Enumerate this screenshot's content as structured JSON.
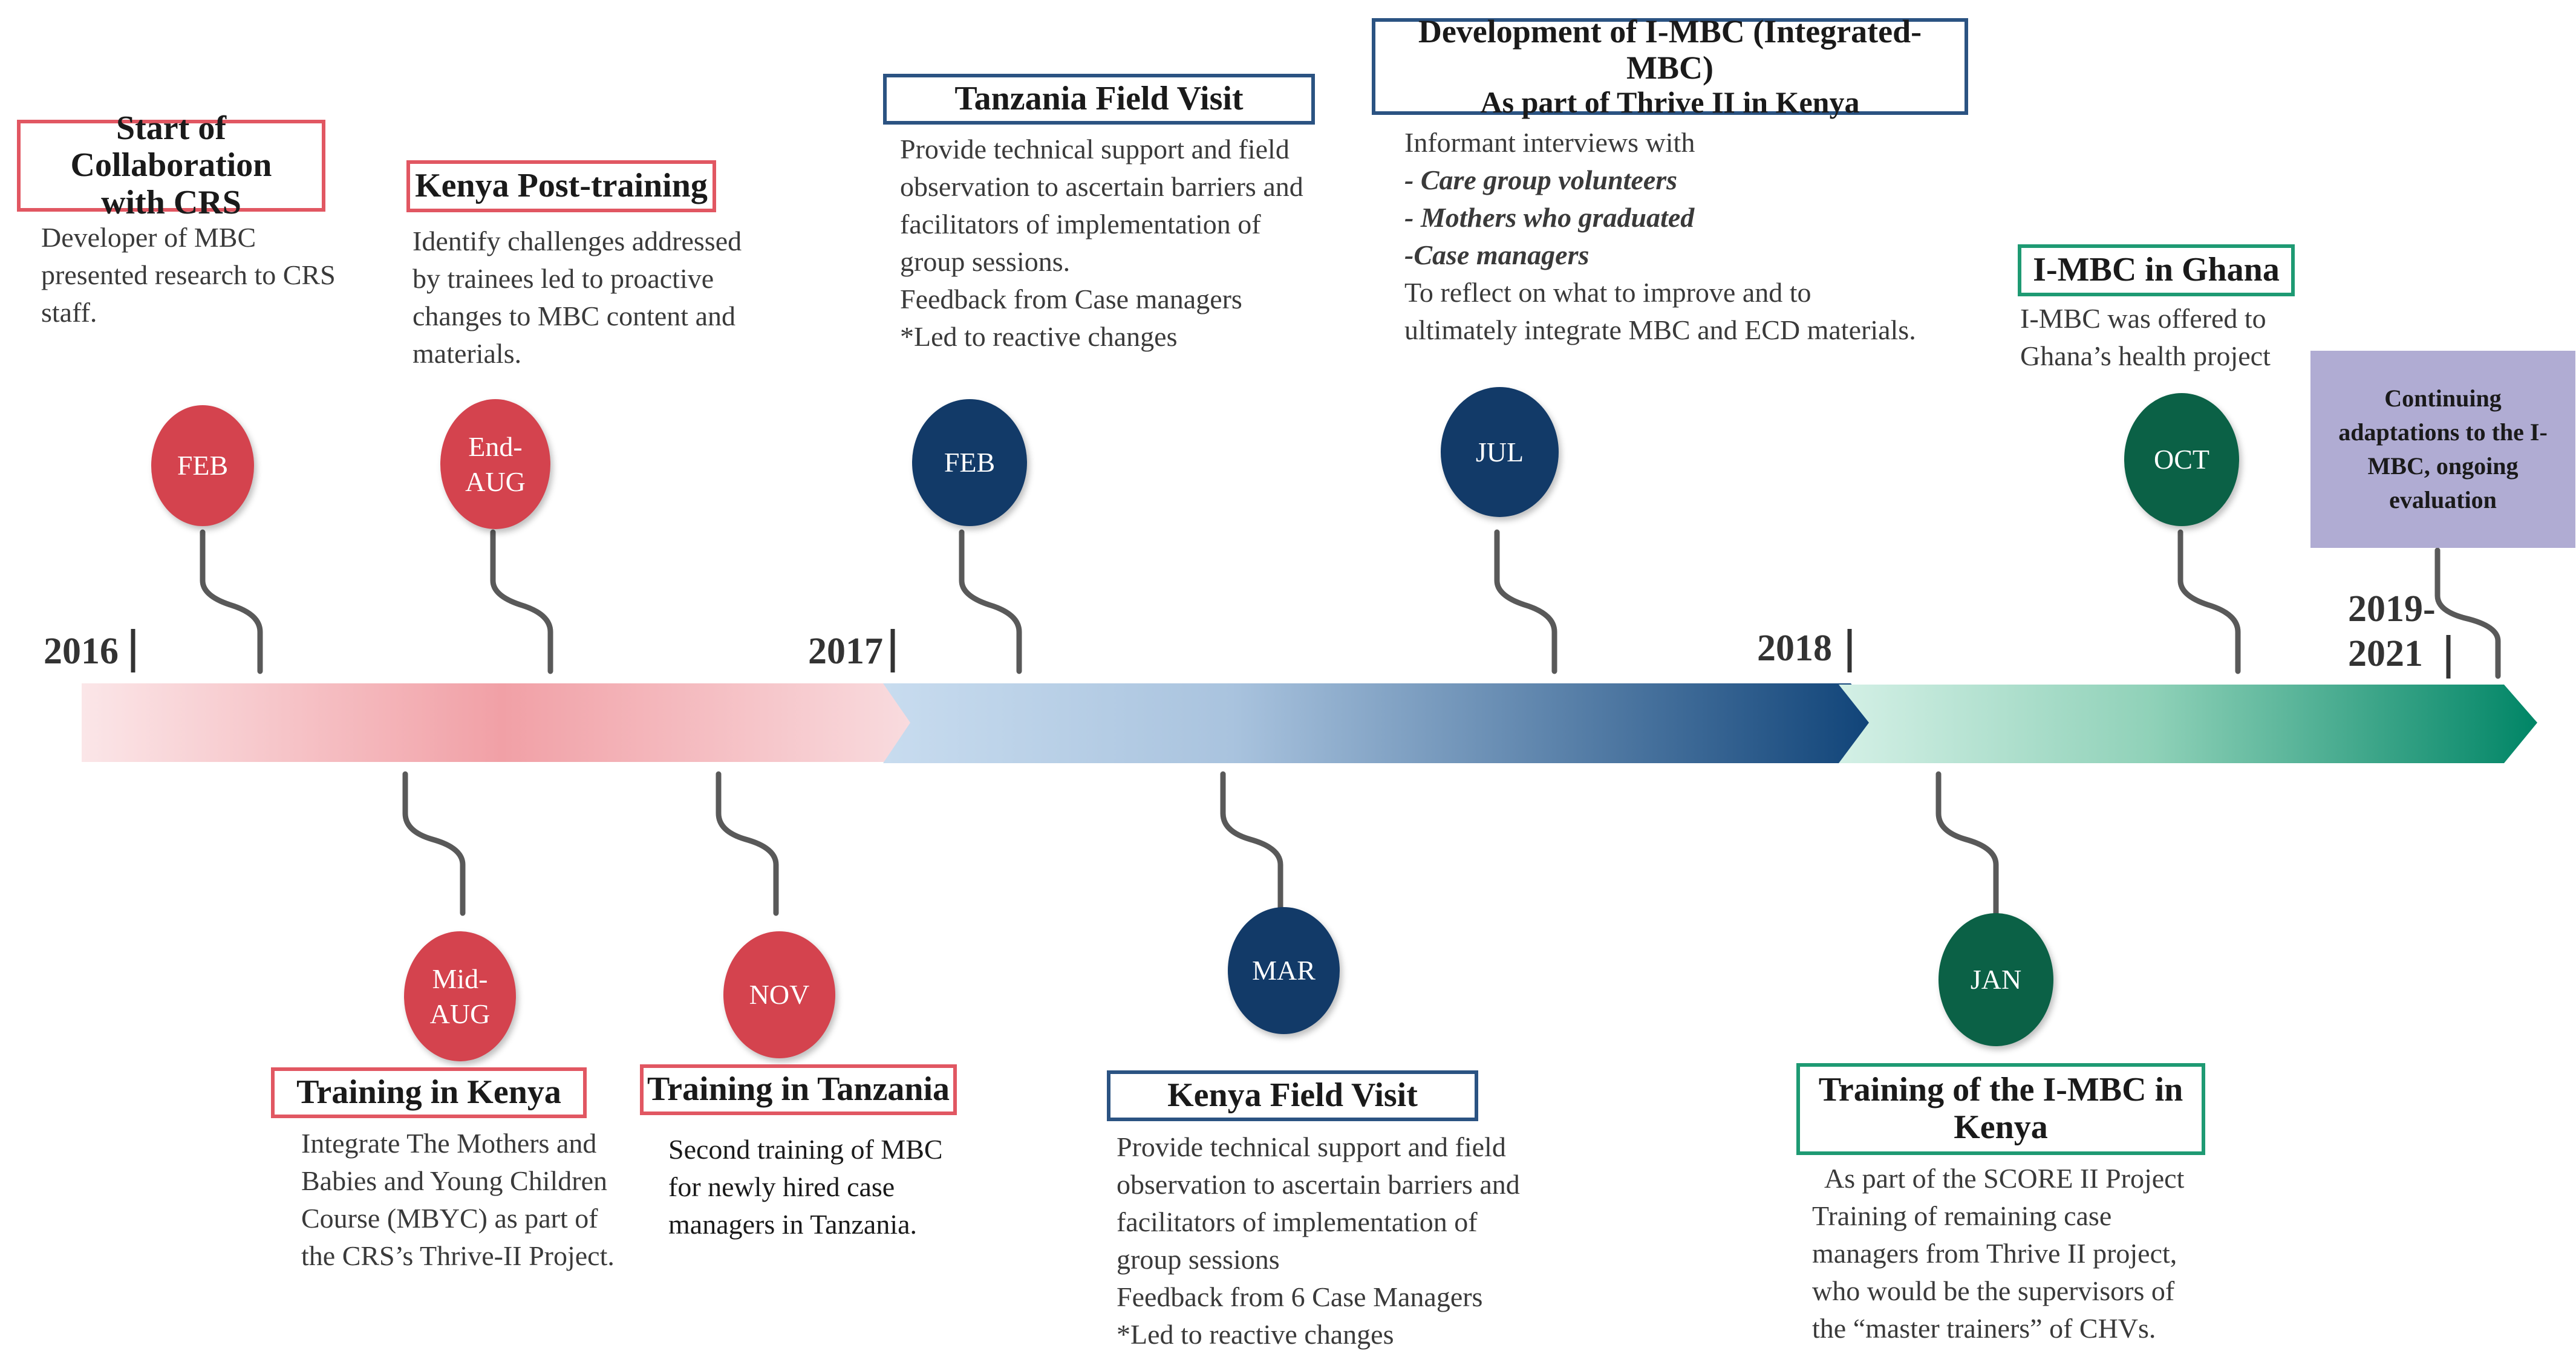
{
  "years": {
    "y2016": "2016",
    "y2017": "2017",
    "y2018": "2018",
    "y2019_l1": "2019-",
    "y2019_l2": "2021"
  },
  "events": {
    "crs": {
      "month": "FEB",
      "title": [
        "Start of Collaboration",
        "with CRS"
      ],
      "body": [
        "Developer of MBC",
        "presented research to CRS",
        "staff."
      ]
    },
    "kenya_post": {
      "month_l1": "End-",
      "month_l2": "AUG",
      "title": "Kenya Post-training",
      "body": [
        "Identify challenges addressed",
        "by trainees led to proactive",
        "changes to MBC content and",
        "materials."
      ]
    },
    "kenya_training": {
      "month_l1": "Mid-",
      "month_l2": "AUG",
      "title": "Training in Kenya",
      "body": [
        "Integrate The Mothers and",
        "Babies and Young Children",
        "Course (MBYC) as part of",
        "the CRS’s Thrive-II Project."
      ]
    },
    "tanzania_training": {
      "month": "NOV",
      "title": "Training in Tanzania",
      "body": [
        "Second training of MBC",
        "for newly hired case",
        "managers in Tanzania."
      ]
    },
    "tanzania_visit": {
      "month": "FEB",
      "title": "Tanzania Field Visit",
      "body": [
        "Provide technical support and field",
        "observation to ascertain barriers and",
        "facilitators of implementation of",
        "group sessions.",
        "Feedback from Case managers",
        "*Led to reactive changes"
      ]
    },
    "kenya_visit": {
      "month": "MAR",
      "title": "Kenya Field Visit",
      "body": [
        "Provide technical support and field",
        "observation to ascertain barriers and",
        "facilitators of implementation of",
        "group sessions",
        "Feedback from 6 Case Managers",
        "*Led to reactive changes"
      ]
    },
    "imbc_dev": {
      "month": "JUL",
      "title": [
        "Development of I-MBC (Integrated-MBC)",
        "As part of Thrive II in Kenya"
      ],
      "body_intro": "Informant interviews with",
      "body_bold": [
        "- Care group volunteers",
        "- Mothers who graduated",
        "-Case managers"
      ],
      "body_outro": [
        "To reflect on what to improve and to",
        "ultimately integrate MBC and ECD materials."
      ]
    },
    "imbc_training": {
      "month": "JAN",
      "title": [
        "Training of the I-MBC in",
        "Kenya"
      ],
      "body": [
        "As part of the SCORE II Project",
        "Training of remaining case",
        "managers from Thrive II project,",
        "who would be the supervisors of",
        "the “master trainers” of CHVs."
      ]
    },
    "ghana": {
      "month": "OCT",
      "title": "I-MBC in Ghana",
      "body": [
        "I-MBC was offered to",
        "Ghana’s health project"
      ]
    },
    "ongoing": {
      "text": [
        "Continuing",
        "adaptations to the I-",
        "MBC, ongoing",
        "evaluation"
      ]
    }
  },
  "colors": {
    "red": "#d4434e",
    "navy": "#123a68",
    "green": "#0b6146",
    "lavender": "#b0acd3"
  }
}
